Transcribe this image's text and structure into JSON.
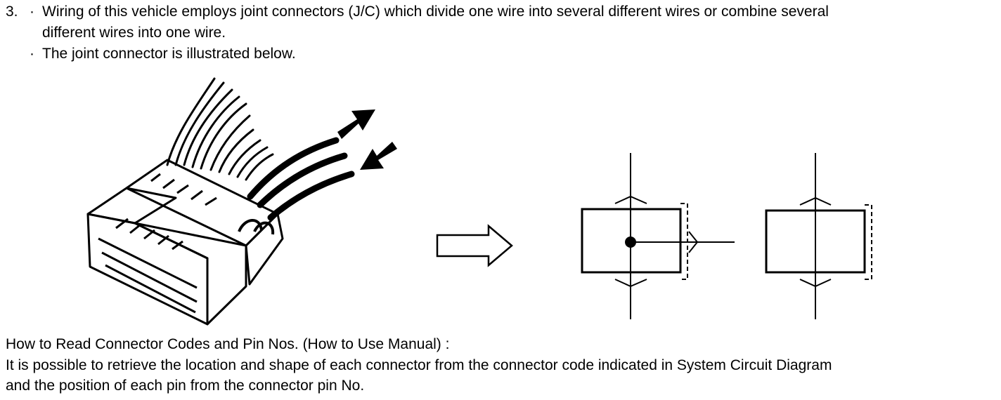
{
  "item": {
    "number": "3.",
    "bullet": "·",
    "lines": [
      "Wiring of this vehicle employs joint connectors (J/C) which divide one wire into several different wires or combine several",
      "different wires into one wire.",
      "The joint connector is illustrated below."
    ]
  },
  "footer": {
    "heading": "How to Read Connector Codes and Pin Nos. (How to Use Manual) :",
    "lines": [
      "It is possible to retrieve the location and shape of each connector from the connector code indicated in System Circuit Diagram",
      "and the position of   each pin from the  connector pin No."
    ]
  }
}
